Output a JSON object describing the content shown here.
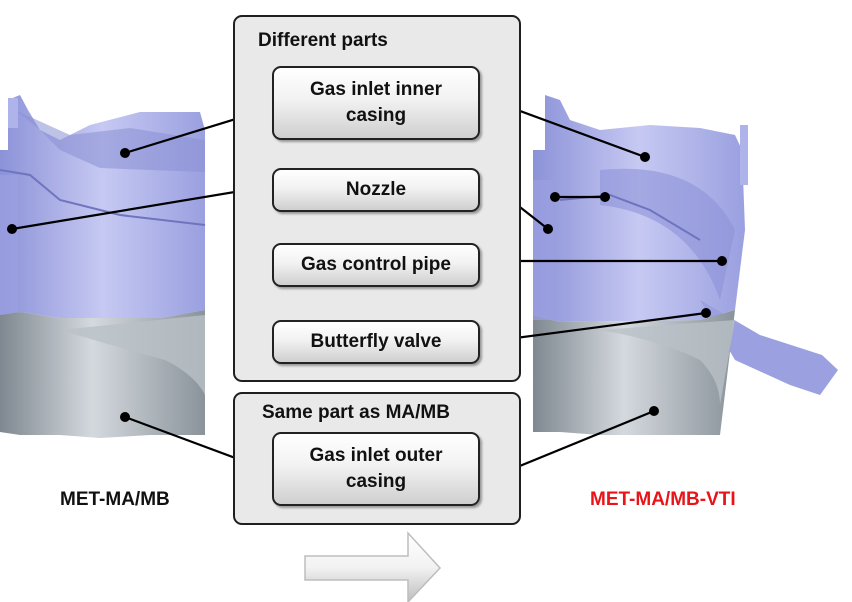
{
  "different_parts": {
    "title": "Different parts",
    "items": [
      "Gas inlet inner\ncasing",
      "Nozzle",
      "Gas control pipe",
      "Butterfly valve"
    ]
  },
  "same_part": {
    "title": "Same part as MA/MB",
    "items": [
      "Gas inlet outer\ncasing"
    ]
  },
  "captions": {
    "left": "MET-MA/MB",
    "right": "MET-MA/MB-VTI"
  },
  "colors": {
    "left_caption": "#111111",
    "right_caption": "#e8141a",
    "casing_blue": "#a9aee8",
    "casing_grey": "#9ea6ae",
    "panel_bg": "#e9e9e9"
  }
}
